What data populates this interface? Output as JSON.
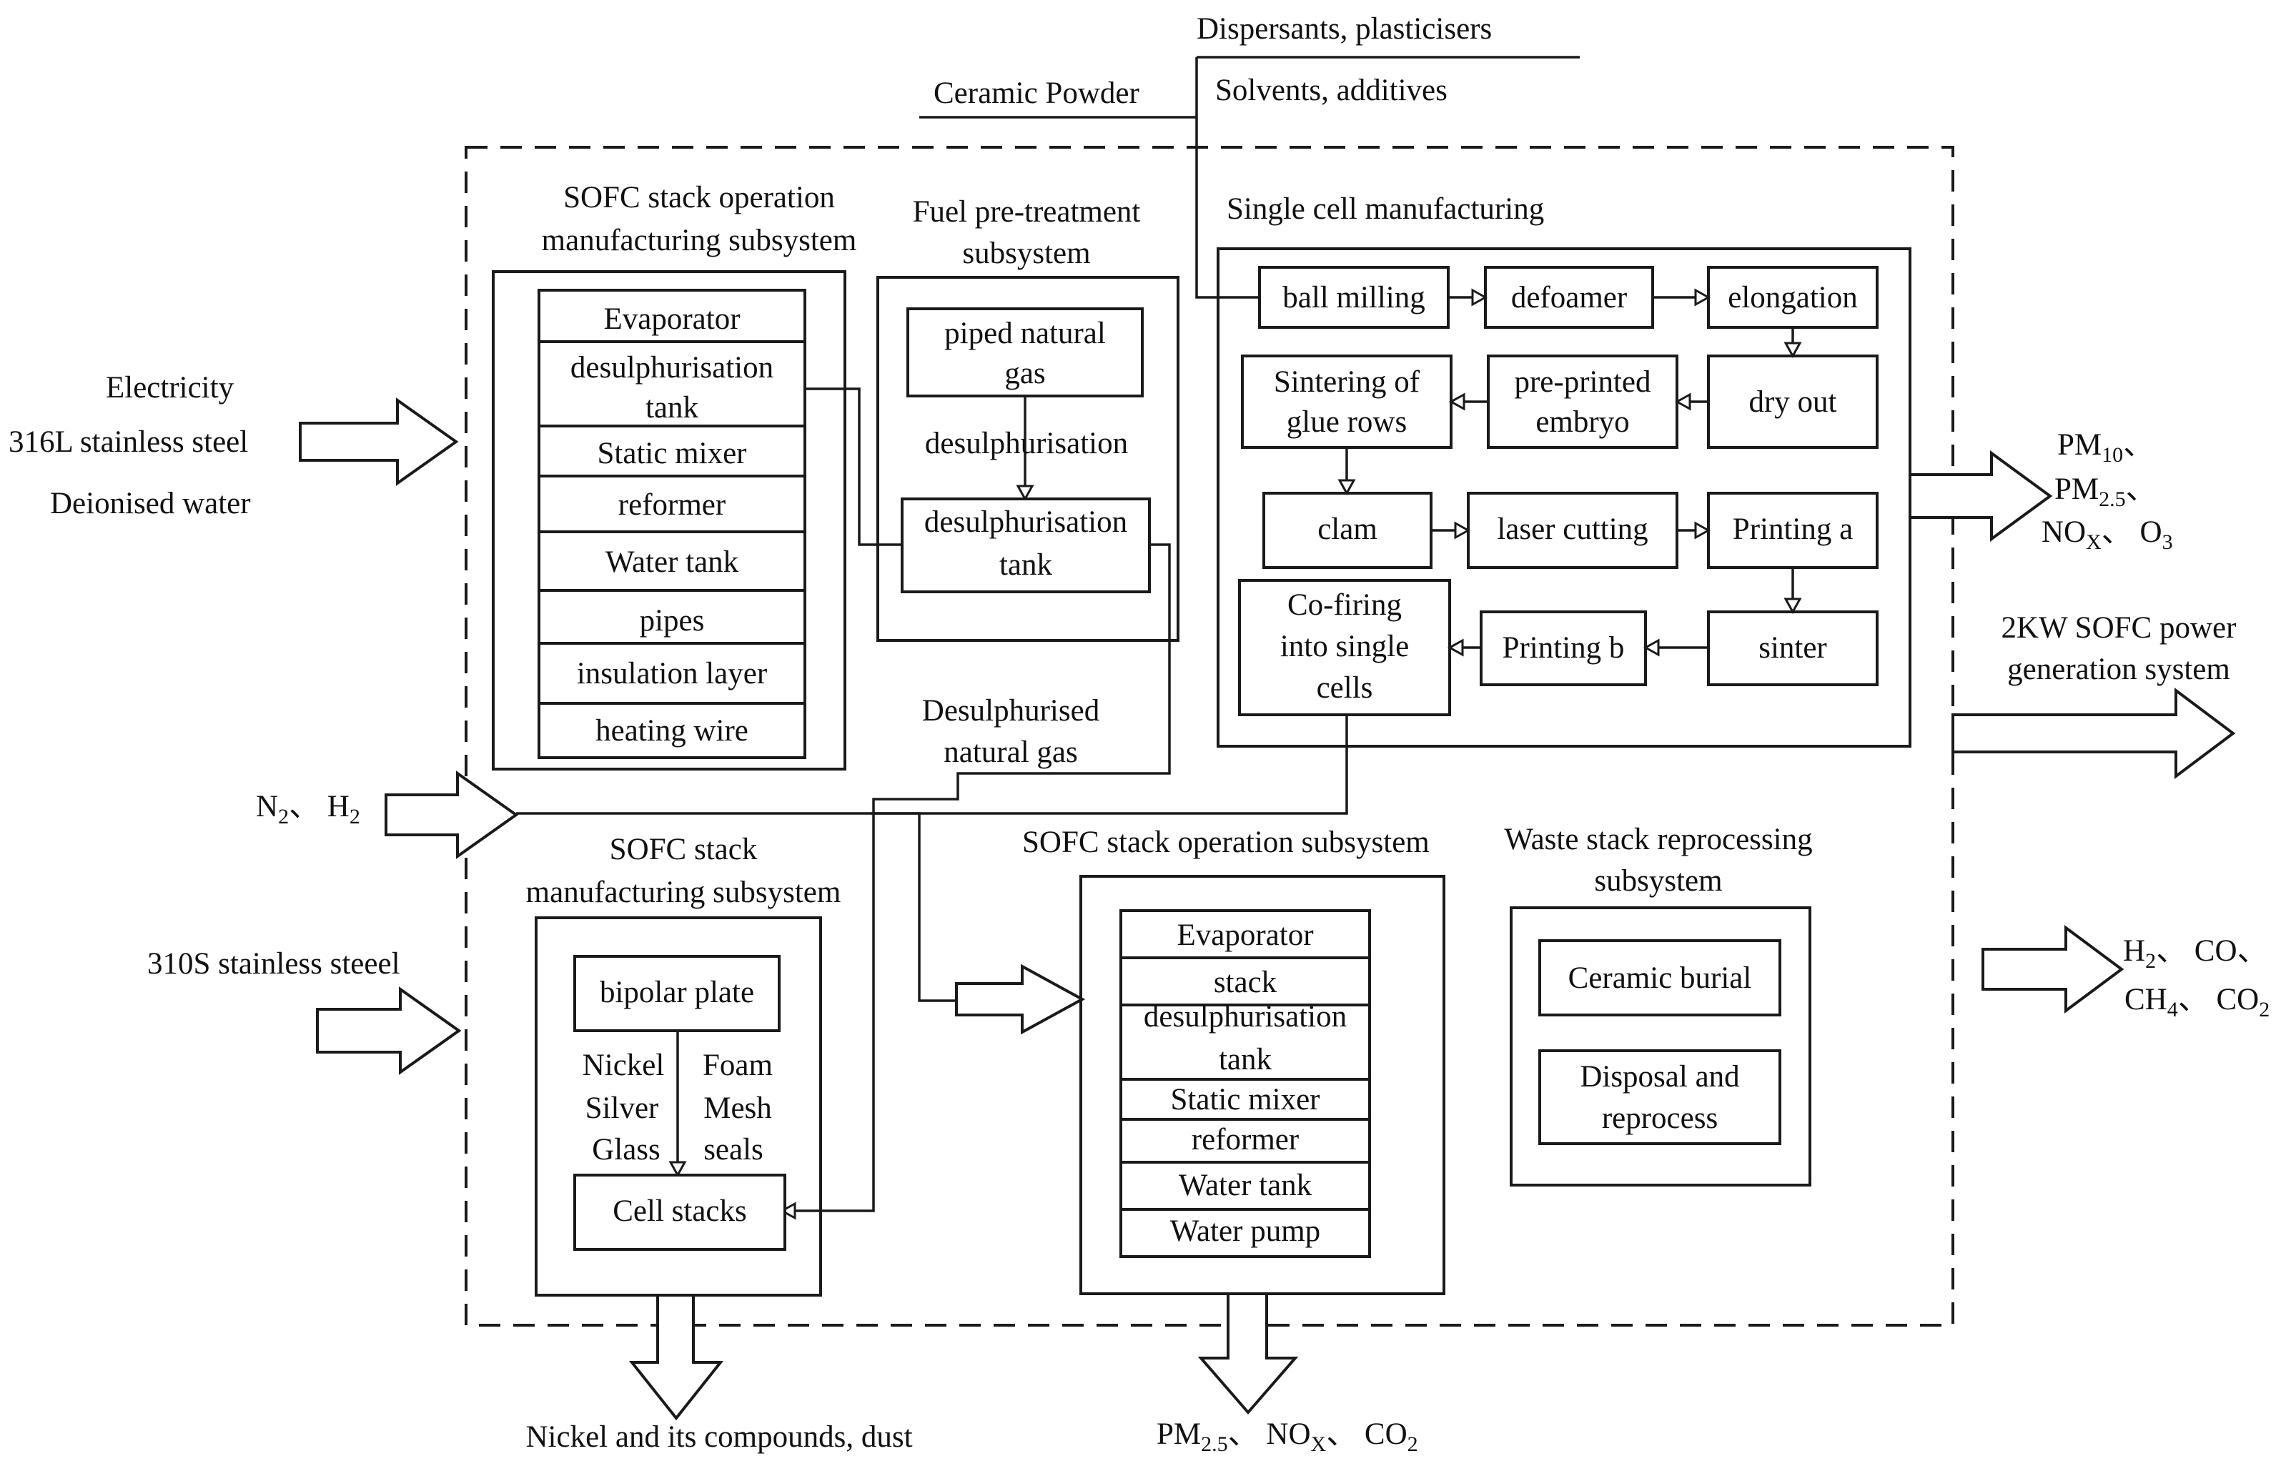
{
  "inputs": {
    "top_right_1": "Dispersants, plasticisers",
    "top_right_2": "Solvents, additives",
    "ceramic": "Ceramic Powder",
    "electricity": "Electricity",
    "steel_316l": "316L stainless steel",
    "water": "Deionised water",
    "n2h2": [
      "N",
      "2",
      "、 H",
      "2"
    ],
    "steel_310s": "310S stainless steeel"
  },
  "stack_mfg_op": {
    "title": [
      "SOFC stack operation",
      "manufacturing subsystem"
    ],
    "items": [
      "Evaporator",
      "desulphurisation",
      "tank",
      "Static mixer",
      "reformer",
      "Water tank",
      "pipes",
      "insulation layer",
      "heating wire"
    ]
  },
  "fuel": {
    "title": [
      "Fuel pre-treatment",
      "subsystem"
    ],
    "gas": [
      "piped natural",
      "gas"
    ],
    "process": "desulphurisation",
    "tank": [
      "desulphurisation",
      "tank"
    ],
    "out": [
      "Desulphurised",
      "natural gas"
    ]
  },
  "single_cell": {
    "title": "Single cell manufacturing",
    "steps": [
      "ball milling",
      "defoamer",
      "elongation",
      "dry out",
      "pre-printed",
      "embryo",
      "Sintering of",
      "glue rows",
      "clam",
      "laser cutting",
      "Printing a",
      "sinter",
      "Printing b",
      "Co-firing",
      "into single",
      "cells"
    ]
  },
  "stack_mfg": {
    "title": [
      "SOFC stack",
      "manufacturing subsystem"
    ],
    "plate": "bipolar plate",
    "left_mats": [
      "Nickel",
      "Silver",
      "Glass"
    ],
    "right_mats": [
      "Foam",
      "Mesh",
      "seals"
    ],
    "cells": "Cell stacks"
  },
  "stack_op": {
    "title": "SOFC stack operation subsystem",
    "items": [
      "Evaporator",
      "stack",
      "desulphurisation",
      "tank",
      "Static mixer",
      "reformer",
      "Water tank",
      "Water pump"
    ]
  },
  "waste": {
    "title": [
      "Waste stack reprocessing",
      "subsystem"
    ],
    "burial": "Ceramic burial",
    "disposal": [
      "Disposal and",
      "reprocess"
    ]
  },
  "outputs": {
    "pm10": [
      "PM",
      "10",
      "、"
    ],
    "pm25": [
      "PM",
      "2.5",
      "、"
    ],
    "nox_o3": [
      "NO",
      "X",
      "、 O",
      "3"
    ],
    "system": [
      "2KW SOFC power",
      "generation system"
    ],
    "gases_1": [
      "H",
      "2",
      "、 CO、"
    ],
    "gases_2": [
      "CH",
      "4",
      "、 CO",
      "2"
    ],
    "nickel": "Nickel and its compounds, dust",
    "bottom": [
      "PM",
      "2.5",
      "、 NO",
      "X",
      "、 CO",
      "2"
    ]
  }
}
